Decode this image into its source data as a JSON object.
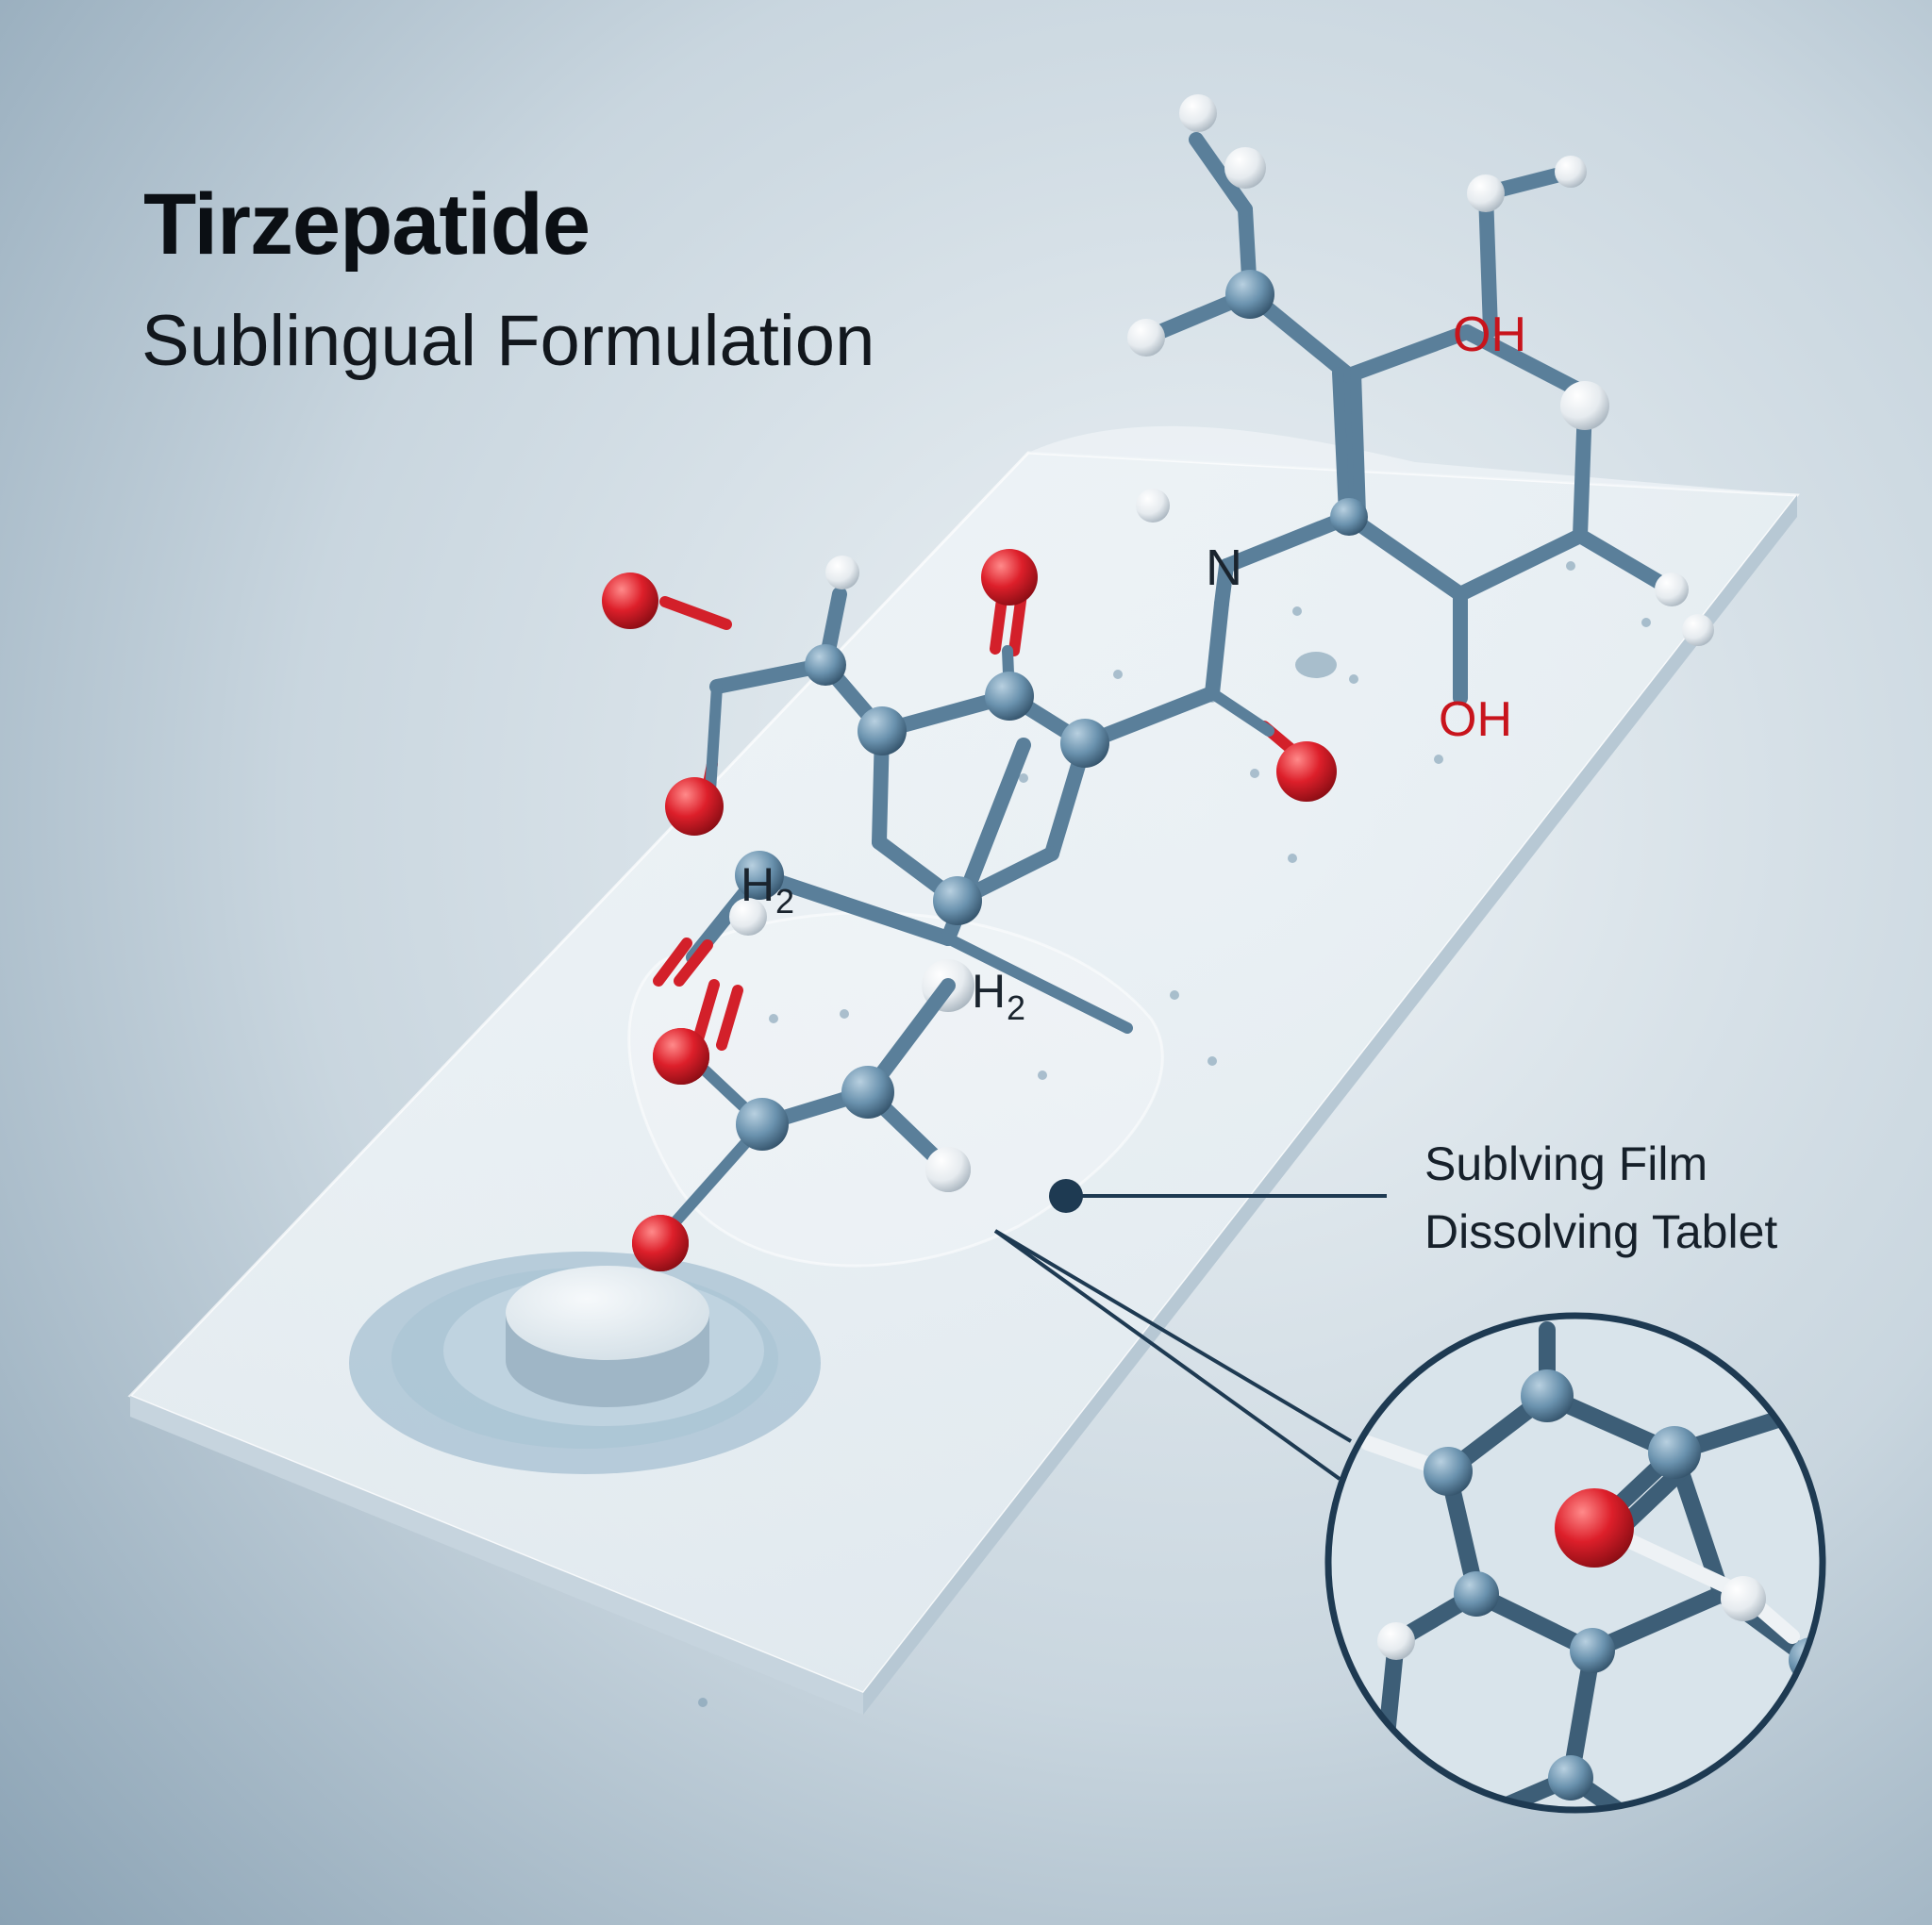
{
  "title": "Tirzepatide",
  "subtitle": "Sublingual Formulation",
  "callout": {
    "line1": "Sublving Film",
    "line2": "Dissolving Tablet"
  },
  "atom_labels": {
    "oh_top": "OH",
    "oh_lower": "OH",
    "nitrogen": "N",
    "h2_left": "H",
    "h2_left_sub": "2",
    "h2_center": "H",
    "h2_center_sub": "2"
  },
  "colors": {
    "background_light": "#e8eef2",
    "background_dark": "#8ea5b6",
    "carbon_atom": "#5f86a3",
    "oxygen_atom": "#d3202a",
    "hydrogen_atom": "#eef2f5",
    "callout_line": "#1e3a52",
    "oh_label": "#c8141c"
  }
}
